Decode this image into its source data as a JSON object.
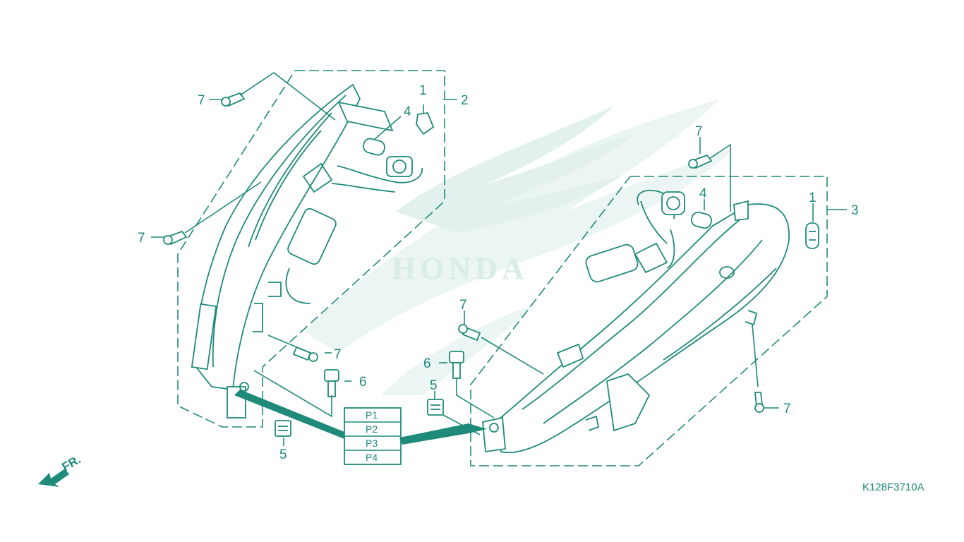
{
  "diagram": {
    "drawing_code": "K128F3710A",
    "front_indicator": "FR.",
    "watermark_text": "HONDA",
    "callouts": {
      "l_1": "1",
      "l_2": "2",
      "l_4": "4",
      "l_7a": "7",
      "l_7b": "7",
      "l_7c": "7",
      "l_6": "6",
      "l_5": "5",
      "r_7a": "7",
      "r_4": "4",
      "r_1": "1",
      "r_3": "3",
      "r_7b": "7",
      "r_6": "6",
      "r_5": "5",
      "r_7c": "7"
    },
    "paint_codes": [
      "P1",
      "P2",
      "P3",
      "P4"
    ]
  },
  "colors": {
    "line": "#1f8a7a",
    "watermark": "#e3f1ee",
    "background": "#ffffff"
  }
}
